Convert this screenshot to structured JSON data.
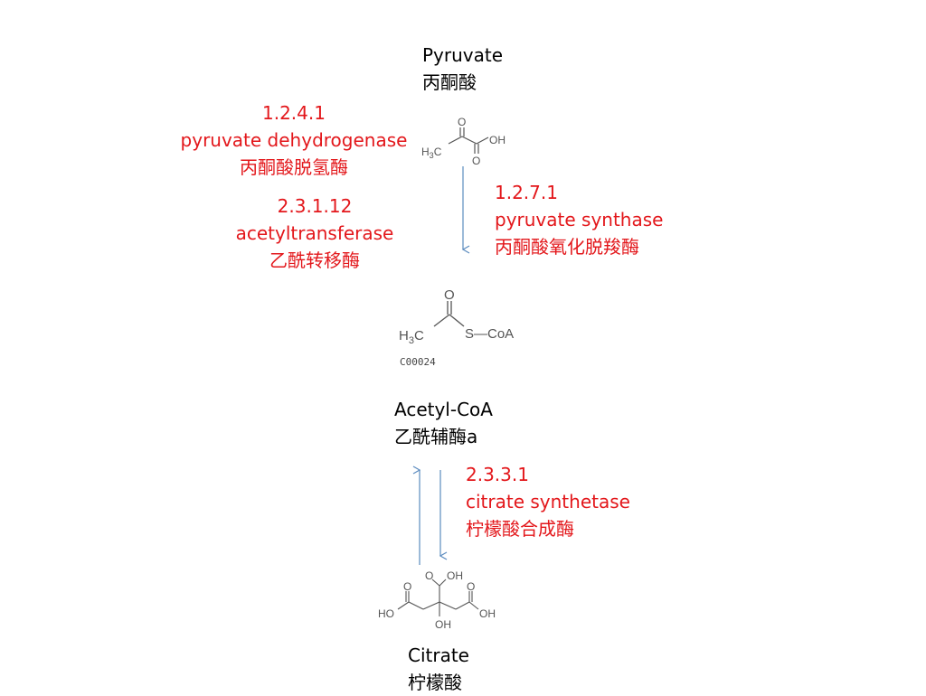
{
  "compounds": {
    "pyruvate": {
      "en": "Pyruvate",
      "zh": "丙酮酸"
    },
    "acetyl_coa": {
      "en": "Acetyl-CoA",
      "zh": "乙酰辅酶a",
      "kegg_id": "C00024"
    },
    "citrate": {
      "en": "Citrate",
      "zh": "柠檬酸"
    }
  },
  "enzymes": {
    "pdh": {
      "ec": "1.2.4.1",
      "en": "pyruvate dehydrogenase",
      "zh": "丙酮酸脱氢酶"
    },
    "acetyltransferase": {
      "ec": "2.3.1.12",
      "en": "acetyltransferase",
      "zh": "乙酰转移酶"
    },
    "pyruvate_synthase": {
      "ec": "1.2.7.1",
      "en": "pyruvate synthase",
      "zh": "丙酮酸氧化脱羧酶"
    },
    "citrate_synthetase": {
      "ec": "2.3.3.1",
      "en": "citrate synthetase",
      "zh": "柠檬酸合成酶"
    }
  },
  "structures": {
    "pyruvate": {
      "o_top": "O",
      "o_bottom": "O",
      "oh": "OH",
      "ch3": "H",
      "ch3_sub": "3",
      "ch3_c": "C"
    },
    "acetyl_coa": {
      "o": "O",
      "ch3": "H",
      "ch3_sub": "3",
      "ch3_c": "C",
      "s_coa": "S—CoA"
    },
    "citrate": {
      "oh_top": "OH",
      "ho_left": "HO",
      "oh_right": "OH",
      "oh_center": "OH",
      "o_top": "O",
      "o_left": "O",
      "o_right": "O"
    }
  },
  "colors": {
    "enzyme_text": "#e3171b",
    "compound_text": "#000000",
    "arrow": "#5b8bbf"
  }
}
